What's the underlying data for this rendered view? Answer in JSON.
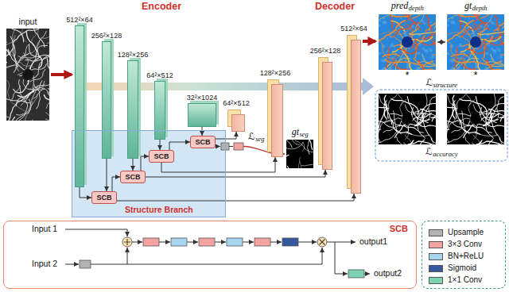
{
  "diagram": {
    "nodes": [
      {
        "text": [
          "512²×64"
        ]
      },
      {
        "text": [
          "256²×128"
        ]
      },
      {
        "text": [
          "128²×256"
        ]
      },
      {
        "text": [
          "64²×512"
        ]
      },
      {
        "text": [
          "32²×1024"
        ]
      },
      {
        "text": [
          "64²×512"
        ]
      },
      {
        "text": [
          "128²×256"
        ]
      },
      {
        "text": [
          "256²×128"
        ]
      },
      {
        "text": [
          "512²×64"
        ]
      },
      {
        "text": [
          "Structure Branch"
        ]
      },
      {
        "text": [
          "SCB"
        ],
        "in": 9
      },
      {
        "text": [
          "SCB"
        ],
        "in": 9
      },
      {
        "text": [
          "SCB"
        ],
        "in": 9
      },
      {
        "text": [
          "SCB"
        ],
        "in": 9
      },
      {
        "text": [
          "SCB"
        ]
      }
    ],
    "edges": [
      {
        "from": 0,
        "to": 10,
        "arrow": "to"
      },
      {
        "from": 1,
        "to": 10,
        "arrow": "to"
      },
      {
        "from": 10,
        "to": 11,
        "arrow": "to"
      },
      {
        "from": 2,
        "to": 11,
        "arrow": "to"
      },
      {
        "from": 11,
        "to": 12,
        "arrow": "to"
      },
      {
        "from": 3,
        "to": 12,
        "arrow": "to"
      },
      {
        "from": 12,
        "to": 13,
        "arrow": "to"
      },
      {
        "from": 4,
        "to": 13,
        "arrow": "to"
      },
      {
        "from": 13,
        "to": 5,
        "arrow": "to"
      },
      {
        "from": 12,
        "to": 6,
        "arrow": "to"
      },
      {
        "from": 11,
        "to": 7,
        "arrow": "to"
      },
      {
        "from": 10,
        "to": 8,
        "arrow": "to"
      }
    ],
    "labels": [
      "Encoder",
      "Decoder",
      "input",
      "pred",
      "depth",
      "gt",
      "depth",
      "*",
      "*",
      "ℒ",
      "structure",
      "ℒ",
      "accuracy",
      "ℒ",
      "seg",
      "gt",
      "seg",
      "Input 1",
      "Input 2",
      "output1",
      "output2"
    ],
    "legend": [
      {
        "text": "Upsample",
        "color": "#b3b3b3"
      },
      {
        "text": "3×3 Conv",
        "color": "#f4a3a0"
      },
      {
        "text": "BN+ReLU",
        "color": "#a8d5ee"
      },
      {
        "text": "Sigmoid",
        "color": "#35589e"
      },
      {
        "text": "1×1 Conv",
        "color": "#7dd3b0"
      }
    ]
  }
}
